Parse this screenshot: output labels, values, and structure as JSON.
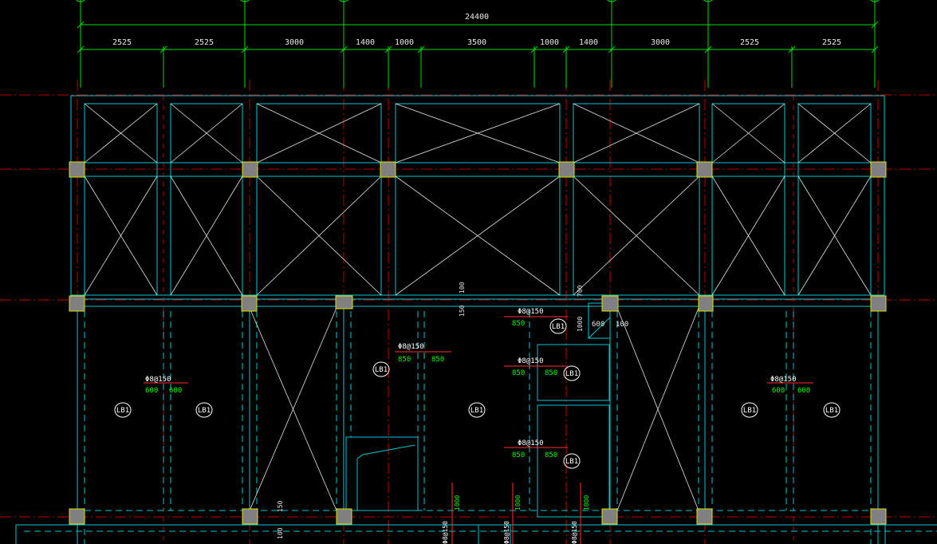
{
  "colors": {
    "background": "#000000",
    "dimension_line": "#00e000",
    "axis_line": "#c00000",
    "wall_outline": "#00c8d0",
    "diagonal": "#e6e6e6",
    "column_fill": "#808080",
    "column_outline": "#e0e000",
    "annotation_red": "#ff3030",
    "annotation_green": "#00ff00"
  },
  "dimensions": {
    "total": "24400",
    "spans": [
      "2525",
      "2525",
      "3000",
      "1400",
      "1000",
      "3500",
      "1000",
      "1400",
      "3000",
      "2525",
      "2525"
    ]
  },
  "rebar_spec": "Φ8@150",
  "slab_tag": "LB1",
  "slab_tags_count": 9,
  "rebar_lengths": {
    "left": [
      "600",
      "600"
    ],
    "mid_left": [
      "850",
      "850"
    ],
    "stair_1": [
      "850"
    ],
    "stair_2": [
      "850",
      "850"
    ],
    "stair_3": [
      "850",
      "850"
    ],
    "right": [
      "600",
      "600"
    ]
  },
  "small_dims": [
    "100",
    "150",
    "1000",
    "600",
    "100",
    "700",
    "150",
    "100"
  ],
  "bottom_rebar": [
    "Φ8@150",
    "Φ8@150",
    "Φ8@150",
    "1000",
    "1000",
    "1000"
  ]
}
